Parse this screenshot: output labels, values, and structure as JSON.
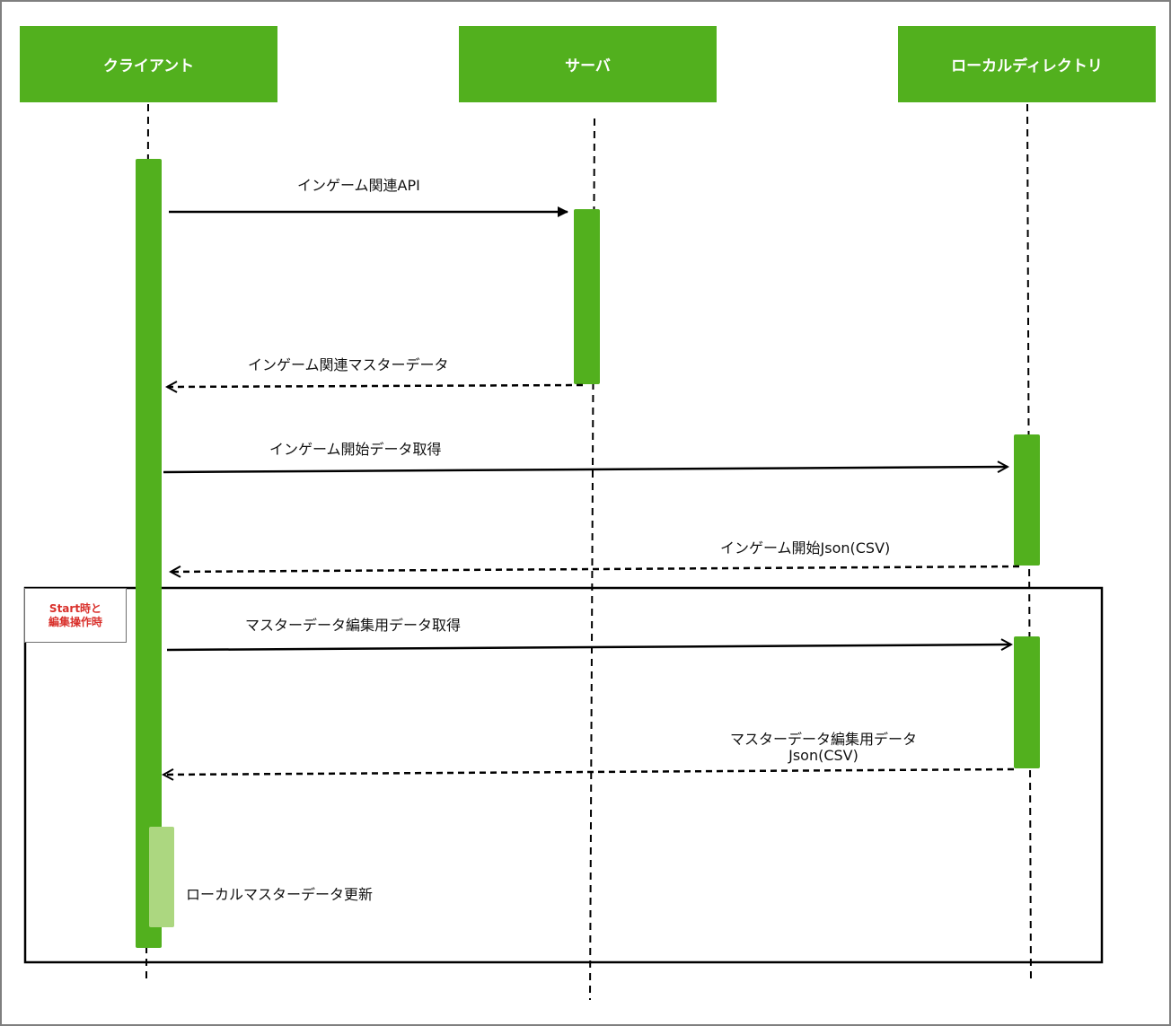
{
  "colors": {
    "actor_fill": "#52b01e",
    "activation_fill": "#52b01e",
    "activation_light_fill": "#acd780",
    "frame_label_text": "#d9302b",
    "line": "#000000"
  },
  "actors": {
    "client": "クライアント",
    "server": "サーバ",
    "local_dir": "ローカルディレクトリ"
  },
  "messages": {
    "m1": "インゲーム関連API",
    "m2": "インゲーム関連マスターデータ",
    "m3": "インゲーム開始データ取得",
    "m4": "インゲーム開始Json(CSV)",
    "m5": "マスターデータ編集用データ取得",
    "m6_line1": "マスターデータ編集用データ",
    "m6_line2": "Json(CSV)",
    "self_note": "ローカルマスターデータ更新"
  },
  "frame": {
    "label_line1": "Start時と",
    "label_line2": "編集操作時"
  }
}
